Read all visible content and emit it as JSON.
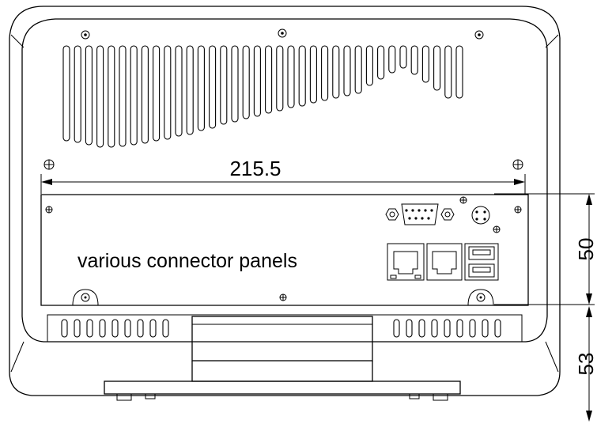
{
  "drawing": {
    "width_dimension": "215.5",
    "height_dimension": "50",
    "stand_dimension": "53",
    "panel_label": "various connector panels"
  },
  "slots": {
    "top_vent_bottoms": [
      178,
      180,
      183,
      186,
      186,
      185,
      183,
      181,
      178,
      176,
      172,
      170,
      165,
      162,
      157,
      154,
      150,
      147,
      143,
      140,
      136,
      134,
      130,
      127,
      124,
      121,
      118,
      108,
      100,
      92,
      86,
      94,
      104,
      114,
      124,
      124
    ],
    "bottom_vent_count_left": 9,
    "bottom_vent_count_right": 9
  },
  "colors": {
    "line": "#000000",
    "background": "#ffffff",
    "bezel_fill": "#ffffff"
  }
}
